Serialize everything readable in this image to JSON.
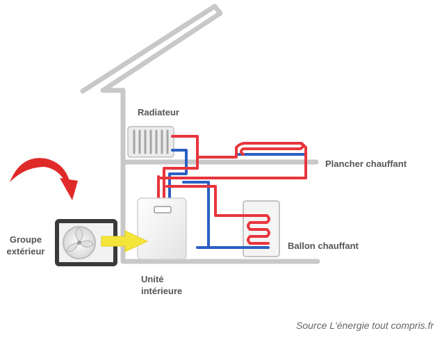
{
  "labels": {
    "radiateur": "Radiateur",
    "plancher": "Plancher chauffant",
    "ballon": "Ballon chauffant",
    "groupe_line1": "Groupe",
    "groupe_line2": "extérieur",
    "unite_line1": "Unité",
    "unite_line2": "intérieure"
  },
  "source": "Source L'énergie tout compris.fr",
  "colors": {
    "hot_pipe": "#e8353c",
    "cold_pipe": "#2b5fc4",
    "house_frame": "#c8c8c8",
    "arrow_yellow": "#f4e53a",
    "curved_arrow": "#e02a2a"
  }
}
